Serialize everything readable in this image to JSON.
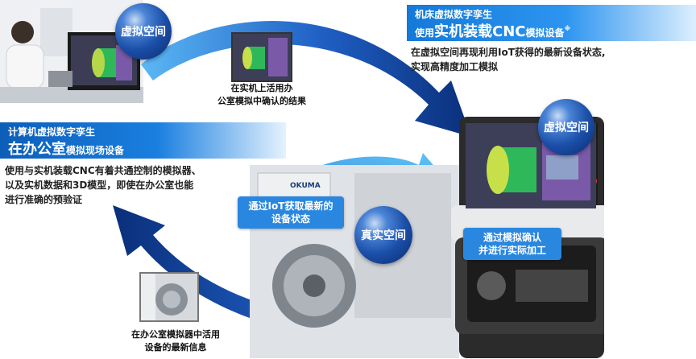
{
  "right_heading": {
    "line1": "机床虚拟数字孪生",
    "line2_a": "使用",
    "line2_b": "实机装载CNC",
    "line2_c": "模拟设备",
    "mark": "※"
  },
  "right_desc": [
    "在虚拟空间再现利用IoT获得的最新设备状态,",
    "实现高精度加工模拟"
  ],
  "left_heading": {
    "line1": "计算机虚拟数字孪生",
    "line2_a": "在办公室",
    "line2_b": "模拟现场设备"
  },
  "left_desc": [
    "使用与实机装载CNC有着共通控制的模拟器、",
    "以及实机数据和3D模型，即使在办公室也能",
    "进行准确的预验证"
  ],
  "globes": {
    "virtual_top": "虚拟空间",
    "virtual_right": "虚拟空间",
    "real_center": "真实空间"
  },
  "pills": {
    "iot": [
      "通过IoT获取最新的",
      "设备状态"
    ],
    "confirm": [
      "通过模拟确认",
      "并进行实际加工"
    ]
  },
  "captions": {
    "top": [
      "在实机上活用办",
      "公室模拟中确认的结果"
    ],
    "bottom": [
      "在办公室模拟器中活用",
      "设备的最新信息"
    ]
  },
  "brand": "OKUMA",
  "colors": {
    "arrow_dark": "#0a2f7a",
    "arrow_mid": "#1f5fc4",
    "arrow_light": "#43b0f2",
    "heading_blue": "#1479d8"
  }
}
